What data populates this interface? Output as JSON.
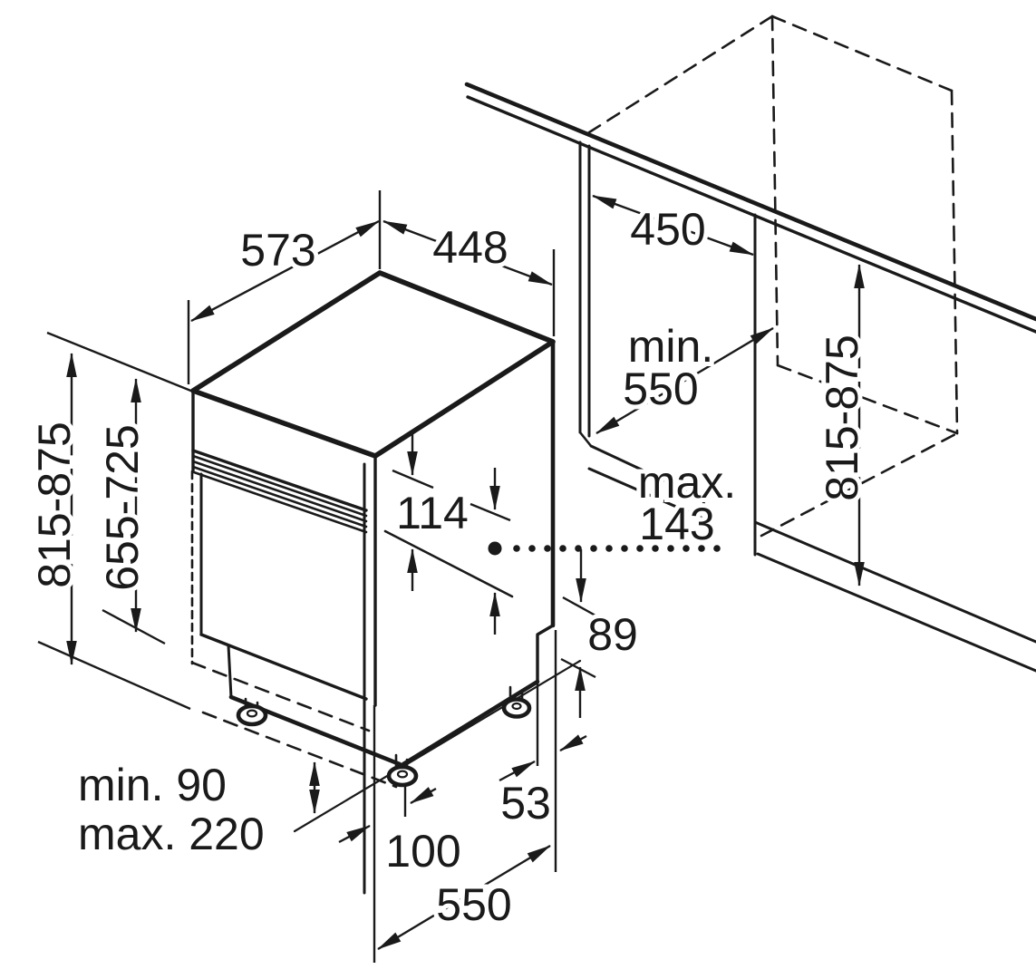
{
  "colors": {
    "ink": "#1a1a1a",
    "background": "#ffffff"
  },
  "dimensions": {
    "top_width": "573",
    "top_depth": "448",
    "niche_width": "450",
    "niche_depth_prefix": "min.",
    "niche_depth_value": "550",
    "overall_height": "815-875",
    "front_panel_height": "655-725",
    "top_trim_height": "114",
    "door_clearance_prefix": "max.",
    "door_clearance_value": "143",
    "base_step_height": "89",
    "niche_height": "815-875",
    "rear_foot_offset": "53",
    "front_foot_offset": "100",
    "body_depth": "550",
    "foot_adjust_min": "min. 90",
    "foot_adjust_max": "max. 220"
  }
}
